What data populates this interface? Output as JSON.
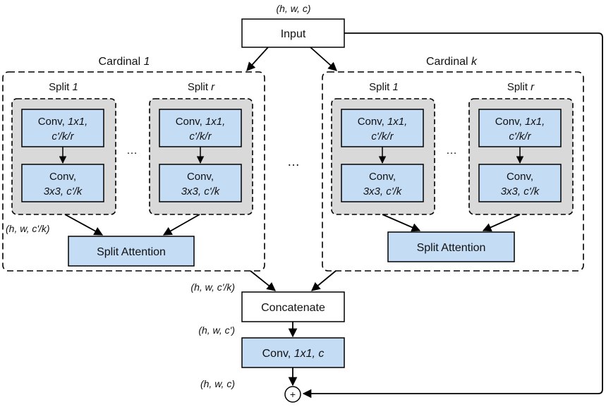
{
  "colors": {
    "block_fill": "#c5dcf5",
    "split_panel": "#d9d9d9",
    "line": "#000000",
    "white": "#ffffff"
  },
  "input": {
    "shape_label": "(h, w, c)",
    "label": "Input"
  },
  "cardinals": [
    {
      "label_prefix": "Cardinal ",
      "label_index": "1",
      "splits": [
        {
          "title_prefix": "Split ",
          "title_index": "1",
          "conv1": {
            "line1_plain": "Conv, ",
            "line1_italic": "1x1,",
            "line2_italic": "c'/k/r"
          },
          "conv2": {
            "line1_plain": "Conv,",
            "line2_italic": "3x3, c'/k"
          }
        },
        {
          "title_prefix": "Split ",
          "title_index": "r",
          "conv1": {
            "line1_plain": "Conv, ",
            "line1_italic": "1x1,",
            "line2_italic": "c'/k/r"
          },
          "conv2": {
            "line1_plain": "Conv,",
            "line2_italic": "3x3, c'/k"
          }
        }
      ],
      "split_ellipsis": "…",
      "attention_label": "Split Attention"
    },
    {
      "label_prefix": "Cardinal ",
      "label_index": "k",
      "splits": [
        {
          "title_prefix": "Split ",
          "title_index": "1",
          "conv1": {
            "line1_plain": "Conv, ",
            "line1_italic": "1x1,",
            "line2_italic": "c'/k/r"
          },
          "conv2": {
            "line1_plain": "Conv,",
            "line2_italic": "3x3, c'/k"
          }
        },
        {
          "title_prefix": "Split ",
          "title_index": "r",
          "conv1": {
            "line1_plain": "Conv, ",
            "line1_italic": "1x1,",
            "line2_italic": "c'/k/r"
          },
          "conv2": {
            "line1_plain": "Conv,",
            "line2_italic": "3x3, c'/k"
          }
        }
      ],
      "split_ellipsis": "…",
      "attention_label": "Split Attention"
    }
  ],
  "cardinal_ellipsis": "…",
  "split_shape_label": "(h, w, c'/k)",
  "concat_shape_label": "(h, w, c'/k)",
  "concat_label": "Concatenate",
  "conv_out_shape_label": "(h, w, c')",
  "final_conv": {
    "plain": "Conv, ",
    "italic": "1x1, c"
  },
  "sum_shape_label": "(h, w, c)",
  "sum_symbol": "+"
}
